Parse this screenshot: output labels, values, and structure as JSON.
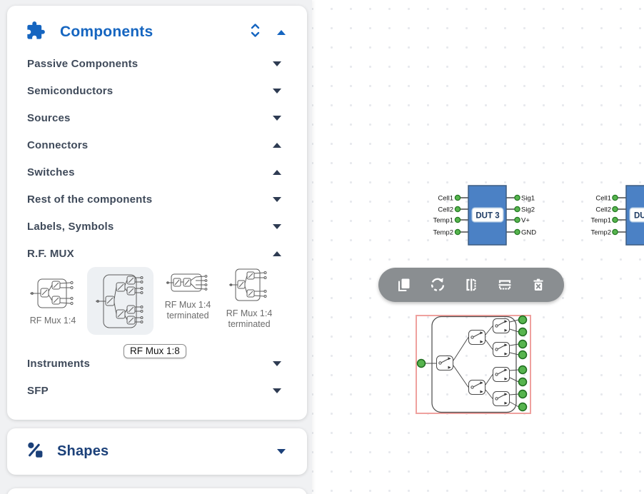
{
  "sidebar": {
    "components_panel": {
      "title": "Components",
      "icon": "puzzle-icon",
      "header_icons": [
        "unfold-icon",
        "collapse-up-icon"
      ],
      "categories": [
        {
          "label": "Passive Components",
          "arrow": "down"
        },
        {
          "label": "Semiconductors",
          "arrow": "down"
        },
        {
          "label": "Sources",
          "arrow": "down"
        },
        {
          "label": "Connectors",
          "arrow": "up"
        },
        {
          "label": "Switches",
          "arrow": "up"
        },
        {
          "label": "Rest of the components",
          "arrow": "down"
        },
        {
          "label": "Labels, Symbols",
          "arrow": "down"
        },
        {
          "label": "R.F. MUX",
          "arrow": "up"
        },
        {
          "label": "Instruments",
          "arrow": "down"
        },
        {
          "label": "SFP",
          "arrow": "down"
        }
      ],
      "rf_mux_items": [
        {
          "label": "RF Mux 1:4",
          "hovered": false
        },
        {
          "label": "",
          "tooltip": "RF Mux 1:8",
          "hovered": true
        },
        {
          "label": "RF Mux 1:4 terminated",
          "hovered": false
        },
        {
          "label": "RF Mux 1:4 terminated",
          "hovered": false
        }
      ]
    },
    "shapes_panel": {
      "title": "Shapes",
      "icon": "shapes-icon"
    }
  },
  "canvas": {
    "dut1": {
      "label": "DUT 3",
      "left_pins": [
        "Cell1",
        "Cell2",
        "Temp1",
        "Temp2"
      ],
      "right_pins": [
        "Sig1",
        "Sig2",
        "V+",
        "GND"
      ]
    },
    "dut2": {
      "label": "DU",
      "left_pins": [
        "Cell1",
        "Cell2",
        "Temp1",
        "Temp2"
      ]
    },
    "toolbar_buttons": [
      "copy",
      "rotate",
      "flip-horizontal",
      "flip-vertical",
      "delete"
    ],
    "selected_component": {
      "name": "RF Mux 1:8",
      "inputs": 1,
      "outputs": 8,
      "selected": true
    }
  },
  "colors": {
    "accent_blue": "#1565c0",
    "navy": "#1b4079",
    "category_text": "#3f4a5a",
    "port_green": "#57b44e",
    "port_green_border": "#237a23",
    "dut_blue": "#4b81c5",
    "selection_red": "#efa19e",
    "toolbar_gray": "#8a8e91"
  }
}
